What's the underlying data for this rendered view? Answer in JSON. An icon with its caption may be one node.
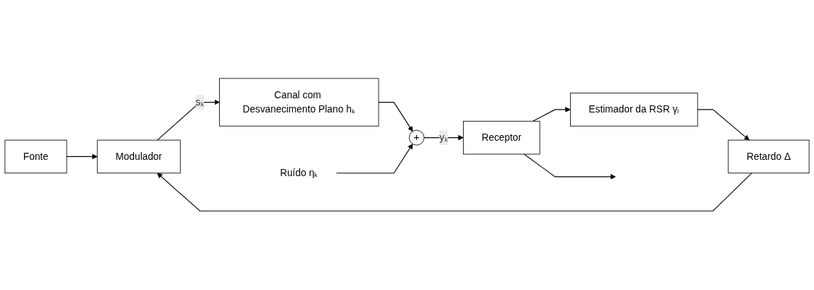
{
  "diagram": {
    "nodes": [
      {
        "text": [
          "Fonte"
        ]
      },
      {
        "text": [
          "Modulador"
        ]
      },
      {
        "text": [
          "Canal com Desvanecimento Plano hₖ"
        ]
      },
      {
        "text": [
          "+"
        ]
      },
      {
        "text": [
          "Receptor"
        ]
      },
      {
        "text": [
          "Estimador da RSR γₗ"
        ]
      },
      {
        "text": [
          "Retardo Δ"
        ]
      },
      {
        "text": [
          "Ruído ηₖ"
        ]
      }
    ],
    "edges": [
      {
        "from": 0,
        "to": 1,
        "arrow": "to"
      },
      {
        "from": 1,
        "to": 2,
        "arrow": "to",
        "label": "sₖ"
      },
      {
        "from": 2,
        "to": 3,
        "arrow": "to"
      },
      {
        "from": 7,
        "to": 3,
        "arrow": "to"
      },
      {
        "from": 3,
        "to": 4,
        "arrow": "to",
        "label": "yₖ"
      },
      {
        "from": 4,
        "to": null,
        "arrow": "to"
      },
      {
        "from": 4,
        "to": 5,
        "arrow": "to"
      },
      {
        "from": 5,
        "to": 6,
        "arrow": "to"
      },
      {
        "from": 6,
        "to": 1,
        "arrow": "to"
      }
    ]
  }
}
